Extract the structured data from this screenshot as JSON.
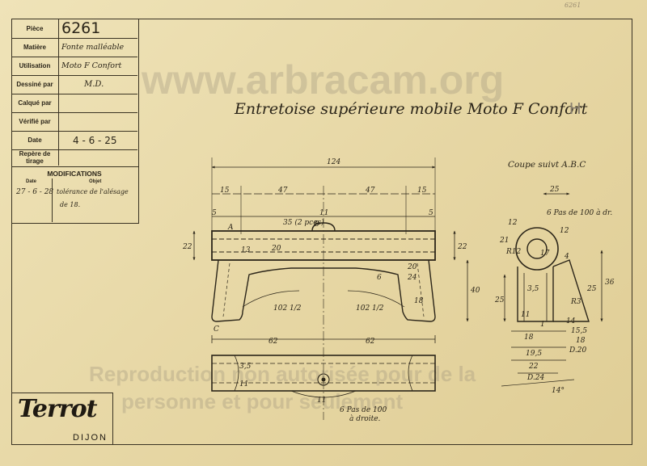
{
  "stamp": "6261",
  "watermark": {
    "site": "www.arbracam.org",
    "line1": "Reproduction non autorisée pour de la",
    "line2": "personne et pour seulement"
  },
  "cartouche": {
    "rows": [
      {
        "label": "Pièce",
        "value": "6261"
      },
      {
        "label": "Matière",
        "value": "Fonte malléable"
      },
      {
        "label": "Utilisation",
        "value": "Moto F Confort"
      },
      {
        "label": "Dessiné par",
        "value": "M.D."
      },
      {
        "label": "Calqué par",
        "value": ""
      },
      {
        "label": "Vérifié par",
        "value": ""
      },
      {
        "label": "Date",
        "value": "4 - 6 - 25"
      },
      {
        "label": "Repère de tirage",
        "value": ""
      }
    ],
    "modifications": {
      "title": "MODIFICATIONS",
      "date_header": "Date",
      "object_header": "Objet",
      "entries": [
        {
          "date": "27 - 6 - 28",
          "object_line1": "tolérance de l'alésage",
          "object_line2": "de 18."
        }
      ]
    }
  },
  "logo": {
    "brand": "Terrot",
    "city": "DIJON"
  },
  "drawing": {
    "title": "Entretoise supérieure mobile Moto F Confort",
    "title_suffix": "H",
    "section_title": "Coupe suivt A.B.C",
    "front_dims": {
      "overall": "124",
      "d15_left": "15",
      "d47_left": "47",
      "d47_right": "47",
      "d15_right": "15",
      "d5_left": "5",
      "d11": "11",
      "d5_right": "5",
      "h22_left": "22",
      "h22_right": "22",
      "d20": "20",
      "d35": "35 (2 pces)",
      "d13": "13",
      "r20": "20",
      "r24": "24",
      "d6": "6",
      "r102_left": "102 1/2",
      "r102_right": "102 1/2",
      "d18": "18",
      "d40": "40",
      "d25": "25",
      "d62_left": "62",
      "d62_right": "62",
      "label_a": "A",
      "label_b": "B",
      "label_c": "C"
    },
    "bottom_dims": {
      "d11": "11",
      "d35": "3,5",
      "d11_v": "11",
      "note": "6 Pas de 100",
      "note2": "à droite."
    },
    "section_dims": {
      "d25": "25",
      "d12_a": "12",
      "d6_pas": "6 Pas de 100 à dr.",
      "d12_b": "12",
      "d21": "21",
      "r12": "R12",
      "d17": "17",
      "d4": "4",
      "d36": "36",
      "d35c": "3,5",
      "d25h": "25",
      "d11": "11",
      "r3": "R3",
      "d14": "14",
      "d155": "15,5",
      "d18a": "18",
      "d18b": "18",
      "d195": "19,5",
      "d20": "D.20",
      "d22": "22",
      "d24": "D.24",
      "d14deg": "14°",
      "d1": "1"
    }
  }
}
